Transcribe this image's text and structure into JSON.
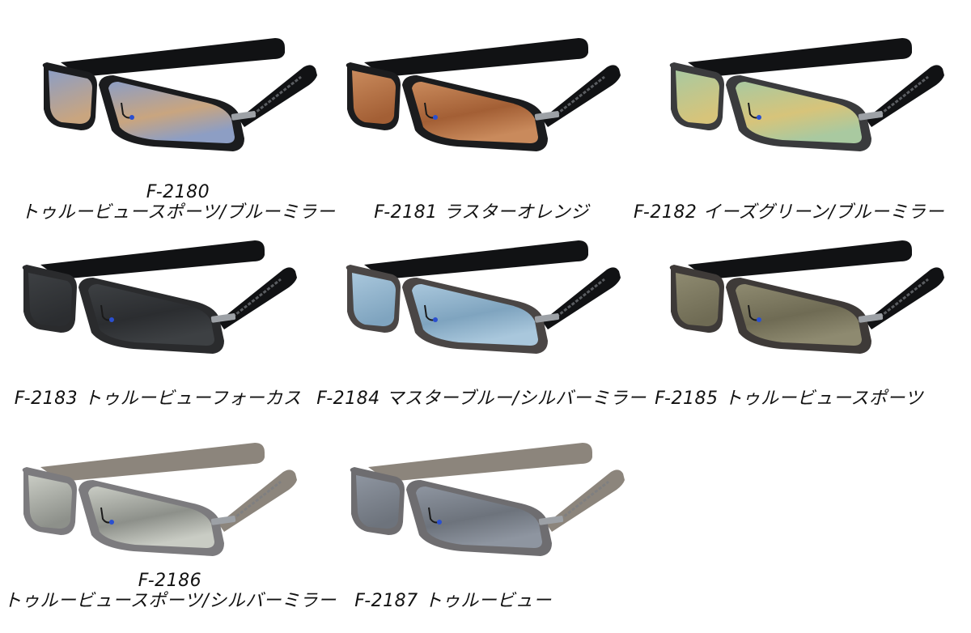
{
  "products": [
    {
      "code": "F-2180",
      "name": "トゥルービュースポーツ/ブルーミラー",
      "frame": "#1b1c1e",
      "temple": "#111214",
      "lens": "#8d9ec4",
      "lens_tint": "#c9a57f"
    },
    {
      "code": "F-2181",
      "name": "ラスターオレンジ",
      "frame": "#1b1c1e",
      "temple": "#111214",
      "lens": "#c98a5c",
      "lens_tint": "#a35f35"
    },
    {
      "code": "F-2182",
      "name": "イーズグリーン/ブルーミラー",
      "frame": "#3a3b3d",
      "temple": "#111214",
      "lens": "#a9c9a0",
      "lens_tint": "#d7c47a"
    },
    {
      "code": "F-2183",
      "name": "トゥルービューフォーカス",
      "frame": "#2a2b2d",
      "temple": "#111214",
      "lens": "#3d4043",
      "lens_tint": "#2b2d30"
    },
    {
      "code": "F-2184",
      "name": "マスターブルー/シルバーミラー",
      "frame": "#4a4645",
      "temple": "#111214",
      "lens": "#a9c7dc",
      "lens_tint": "#7fa4bf"
    },
    {
      "code": "F-2185",
      "name": "トゥルービュースポーツ",
      "frame": "#3e3a38",
      "temple": "#111214",
      "lens": "#8e8a70",
      "lens_tint": "#6f6b54"
    },
    {
      "code": "F-2186",
      "name": "トゥルービュースポーツ/シルバーミラー",
      "frame": "#7c7b7e",
      "temple": "#8c857c",
      "lens": "#c9ccc4",
      "lens_tint": "#8d908a"
    },
    {
      "code": "F-2187",
      "name": "トゥルービュー",
      "frame": "#6e6d70",
      "temple": "#8c857c",
      "lens": "#8e95a0",
      "lens_tint": "#6d737c"
    }
  ]
}
